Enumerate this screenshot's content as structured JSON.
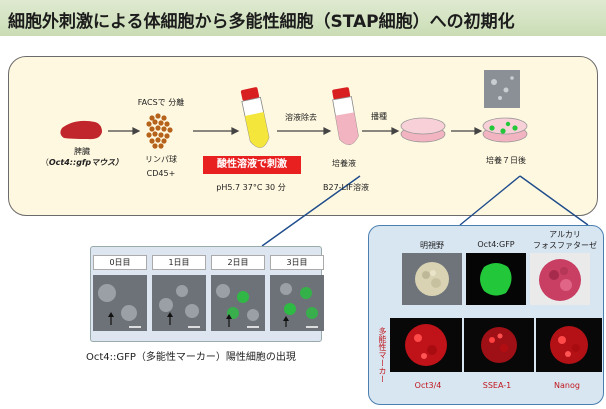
{
  "title": "細胞外刺激による体細胞から多能性細胞（STAP細胞）への初期化",
  "flow": {
    "spleen": "脾臓",
    "mouse_pre": "（",
    "mouse_italic": "Oct4::gfp",
    "mouse_post": "マウス）",
    "facs": "FACSで 分離",
    "lymph": "リンパ球",
    "cd45": "CD45+",
    "acid": "酸性溶液で刺激",
    "acid_cond": "pH5.7  37°C  30 分",
    "remove": "溶液除去",
    "culture_medium": "培養液",
    "b27": "B27-LIF溶液",
    "seed": "播種",
    "day7": "培養７日後"
  },
  "micro": {
    "days": [
      "0日目",
      "1日目",
      "2日目",
      "3日目"
    ],
    "caption": "Oct4::GFP（多能性マーカー）陽性細胞の出現"
  },
  "right": {
    "bright": "明視野",
    "gfp": "Oct4:GFP",
    "alk": "アルカリ\nフォスファターゼ",
    "side": "多能性マーカー",
    "markers": [
      "Oct3/4",
      "SSEA-1",
      "Nanog"
    ]
  },
  "colors": {
    "title_bg": "#d3e3c1",
    "panel_bg": "#fff8e0",
    "acid_bg": "#e82020",
    "gfp_green": "#22c83a",
    "marker_red": "#e0141c"
  }
}
